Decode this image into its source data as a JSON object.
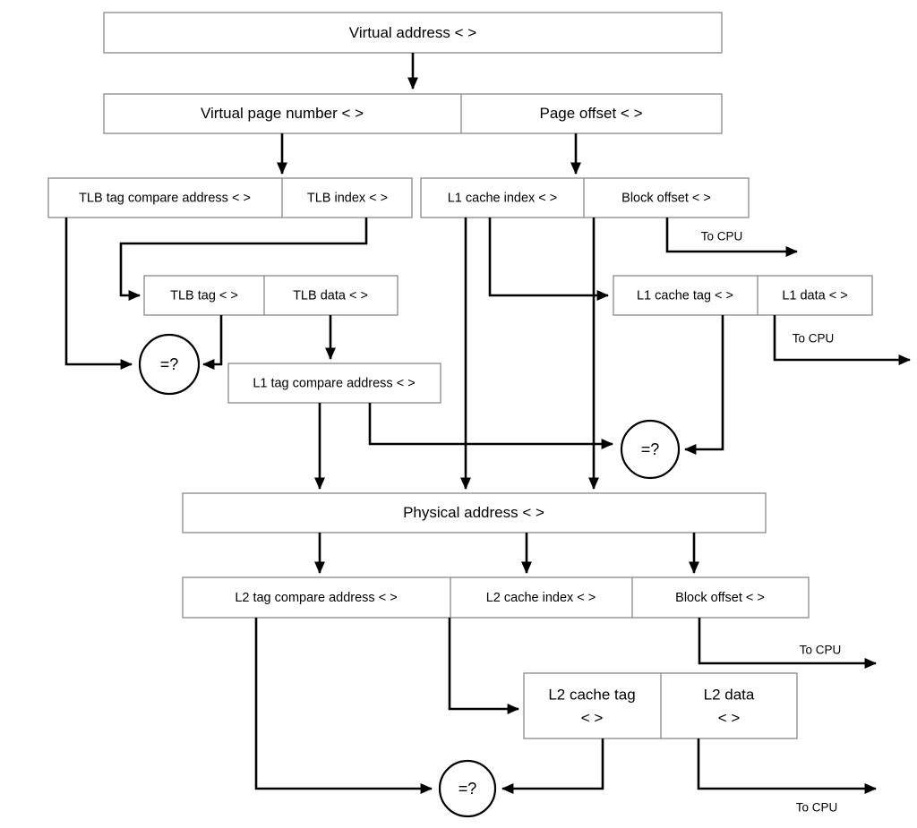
{
  "diagram": {
    "title": "Virtual to physical address translation with TLB, L1 and L2 caches",
    "colors": {
      "box_stroke": "#7f7f7f",
      "wire": "#000000",
      "circle_stroke": "#000000",
      "background": "#ffffff"
    },
    "boxes": {
      "virtual_address": "Virtual address < >",
      "virtual_page_number": "Virtual page number < >",
      "page_offset": "Page offset < >",
      "tlb_tag_compare_address": "TLB tag compare address < >",
      "tlb_index": "TLB index <  >",
      "l1_cache_index": "L1 cache index < >",
      "block_offset_top": "Block offset < >",
      "tlb_tag": "TLB tag <  >",
      "tlb_data": "TLB data < >",
      "l1_cache_tag": "L1 cache tag <  >",
      "l1_data": "L1 data < >",
      "l1_tag_compare_address": "L1 tag compare address < >",
      "physical_address": "Physical address < >",
      "l2_tag_compare_address": "L2 tag compare address <  >",
      "l2_cache_index": "L2 cache index < >",
      "block_offset_bottom": "Block offset < >",
      "l2_cache_tag_line1": "L2 cache tag",
      "l2_cache_tag_line2": "<  >",
      "l2_data_line1": "L2 data",
      "l2_data_line2": "< >"
    },
    "comparators": {
      "tlb_compare": "=?",
      "l1_compare": "=?",
      "l2_compare": "=?"
    },
    "labels": {
      "to_cpu_block_offset": "To CPU",
      "to_cpu_l1_data": "To CPU",
      "to_cpu_l2_block_offset": "To CPU",
      "to_cpu_l2_data": "To CPU"
    }
  }
}
